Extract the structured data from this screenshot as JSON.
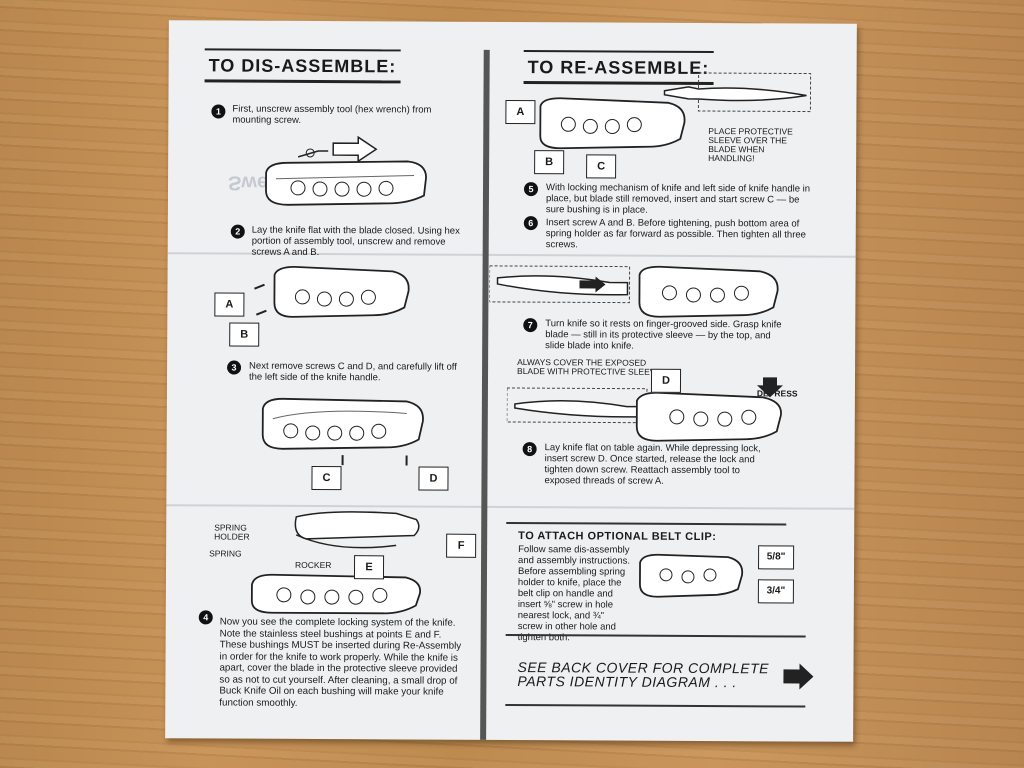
{
  "left": {
    "header": "TO DIS-ASSEMBLE:",
    "step1_num": "1",
    "step1": "First, unscrew assembly tool (hex wrench) from mounting screw.",
    "step2_num": "2",
    "step2": "Lay the knife flat with the blade closed. Using hex portion of assembly tool, unscrew and remove screws A and B.",
    "step3_num": "3",
    "step3": "Next remove screws C and D, and carefully lift off the left side of the knife handle.",
    "step4_num": "4",
    "step4": "Now you see the complete locking system of the knife. Note the stainless steel bushings at points E and F. These bushings MUST be inserted during Re-Assembly in order for the knife to work properly. While the knife is apart, cover the blade in the protective sleeve provided so as not to cut yourself. After cleaning, a small drop of Buck Knife Oil on each bushing will make your knife function smoothly.",
    "tag_a": "A",
    "tag_b": "B",
    "tag_c": "C",
    "tag_d": "D",
    "tag_e": "E",
    "tag_f": "F",
    "spring_holder": "SPRING HOLDER",
    "spring": "SPRING",
    "rocker": "ROCKER"
  },
  "right": {
    "header": "TO RE-ASSEMBLE:",
    "sleeve_note": "PLACE PROTECTIVE SLEEVE OVER THE BLADE WHEN HANDLING!",
    "step5_num": "5",
    "step5": "With locking mechanism of knife and left side of knife handle in place, but blade still removed, insert and start screw C — be sure bushing is in place.",
    "step6_num": "6",
    "step6": "Insert screw A and B. Before tightening, push bottom area of spring holder as far forward as possible. Then tighten all three screws.",
    "step7_num": "7",
    "step7": "Turn knife so it rests on finger-grooved side. Grasp knife blade — still in its protective sleeve — by the top, and slide blade into knife.",
    "cover_note": "ALWAYS COVER THE EXPOSED BLADE WITH PROTECTIVE SLEEVE!",
    "depress": "DEPRESS",
    "step8_num": "8",
    "step8": "Lay knife flat on table again. While depressing lock, insert screw D. Once started, release the lock and tighten down screw. Reattach assembly tool to exposed threads of screw A.",
    "tag_a": "A",
    "tag_b": "B",
    "tag_c": "C",
    "tag_d": "D",
    "clip_header": "TO ATTACH OPTIONAL BELT CLIP:",
    "clip_text": "Follow same dis-assembly and assembly instructions. Before assembling spring holder to knife, place the belt clip on handle and insert ⅝\" screw in hole nearest lock, and ¾\" screw in other hole and tighten both.",
    "size1": "5/8\"",
    "size2": "3/4\"",
    "back_cover": "SEE BACK COVER FOR COMPLETE PARTS IDENTITY DIAGRAM . . ."
  }
}
